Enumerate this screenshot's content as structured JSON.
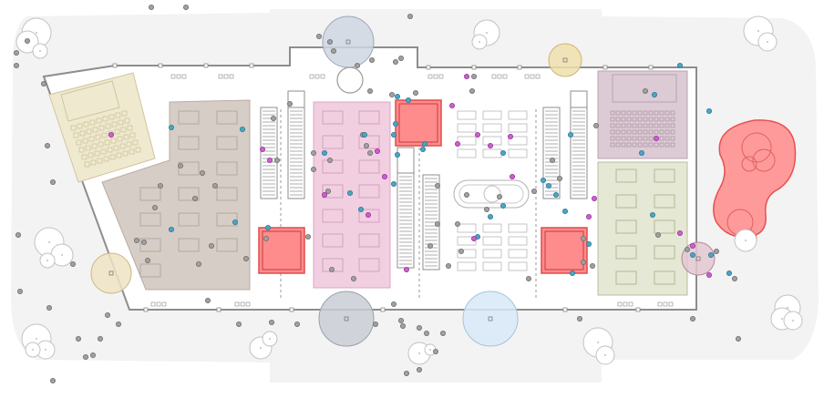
{
  "plan": {
    "kind": "venue-floor-plan",
    "labels": []
  },
  "colors": {
    "ground": "#f4f4f4",
    "building_fill": "#ffffff",
    "wall": "#8d8d8d",
    "zone_brown": "#d6cdc6",
    "zone_pink": "#f1cfe1",
    "zone_mauve": "#dccbd5",
    "zone_olive": "#e5e8d4",
    "zone_cream": "#efe9cf",
    "hot_red": "#ff7d7d",
    "dot_gray": "#a0a0a0",
    "dot_blue": "#4aa6c6",
    "dot_magenta": "#cf5ed1"
  },
  "legend_categories": [
    "unlabeled-blue-points",
    "unlabeled-magenta-points",
    "unlabeled-gray-points"
  ],
  "icons": [
    "escalator-icon",
    "tree-icon",
    "domed-pavilion-icon",
    "seating-grid-icon"
  ]
}
